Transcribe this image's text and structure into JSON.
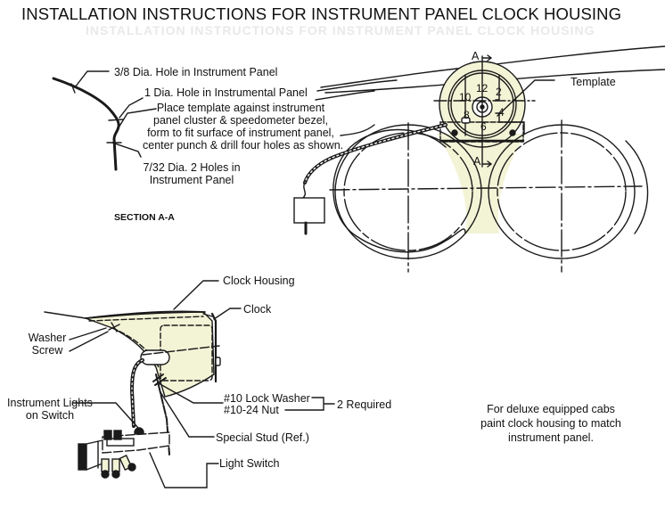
{
  "title": "INSTALLATION INSTRUCTIONS FOR INSTRUMENT PANEL CLOCK HOUSING",
  "colors": {
    "line": "#1a1a1a",
    "fill_cream": "#f3f3d6",
    "background": "#ffffff"
  },
  "section_view": {
    "heading": "SECTION A-A",
    "labels": {
      "hole_3_8": "3/8 Dia. Hole in Instrument Panel",
      "hole_1": "1 Dia. Hole in Instrumental Panel",
      "instruction_lines": [
        "Place template against instrument",
        "panel cluster & speedometer bezel,",
        "form to fit surface of instrument panel,",
        "center punch & drill four holes as shown."
      ],
      "holes_7_32_lines": [
        "7/32 Dia. 2 Holes in",
        "Instrument Panel"
      ]
    }
  },
  "front_view": {
    "template_label": "Template",
    "section_marker": "A",
    "clock_numbers": [
      "12",
      "2",
      "4",
      "6",
      "8",
      "10"
    ]
  },
  "assembly_view": {
    "labels": {
      "clock_housing": "Clock Housing",
      "clock": "Clock",
      "washer": "Washer",
      "screw": "Screw",
      "instrument_lights_lines": [
        "Instrument Lights",
        "on Switch"
      ],
      "lock_washer": "#10 Lock Washer",
      "nut": "#10-24 Nut",
      "required": "2 Required",
      "special_stud": "Special Stud (Ref.)",
      "light_switch": "Light Switch"
    }
  },
  "note_lines": [
    "For deluxe equipped cabs",
    "paint clock housing to match",
    "instrument panel."
  ]
}
